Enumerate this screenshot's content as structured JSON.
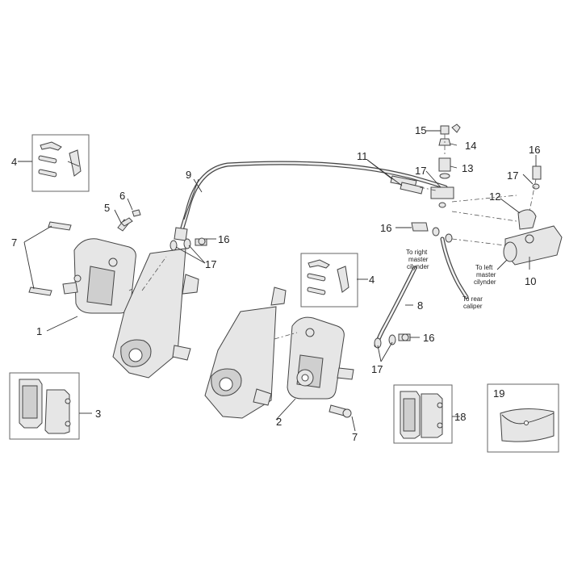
{
  "callouts": {
    "c1": "1",
    "c2": "2",
    "c3": "3",
    "c4a": "4",
    "c4b": "4",
    "c5": "5",
    "c6": "6",
    "c7a": "7",
    "c7b": "7",
    "c8": "8",
    "c9": "9",
    "c10": "10",
    "c11": "11",
    "c12": "12",
    "c13": "13",
    "c14": "14",
    "c15": "15",
    "c16a": "16",
    "c16b": "16",
    "c16c": "16",
    "c16d": "16",
    "c17a": "17",
    "c17b": "17",
    "c17c": "17",
    "c17d": "17",
    "c18": "18",
    "c19": "19"
  },
  "notes": {
    "right_master": [
      "To right",
      "master",
      "cilynder"
    ],
    "left_master": [
      "To left",
      "master",
      "cilynder"
    ],
    "rear_caliper": [
      "To rear",
      "caliper"
    ]
  }
}
